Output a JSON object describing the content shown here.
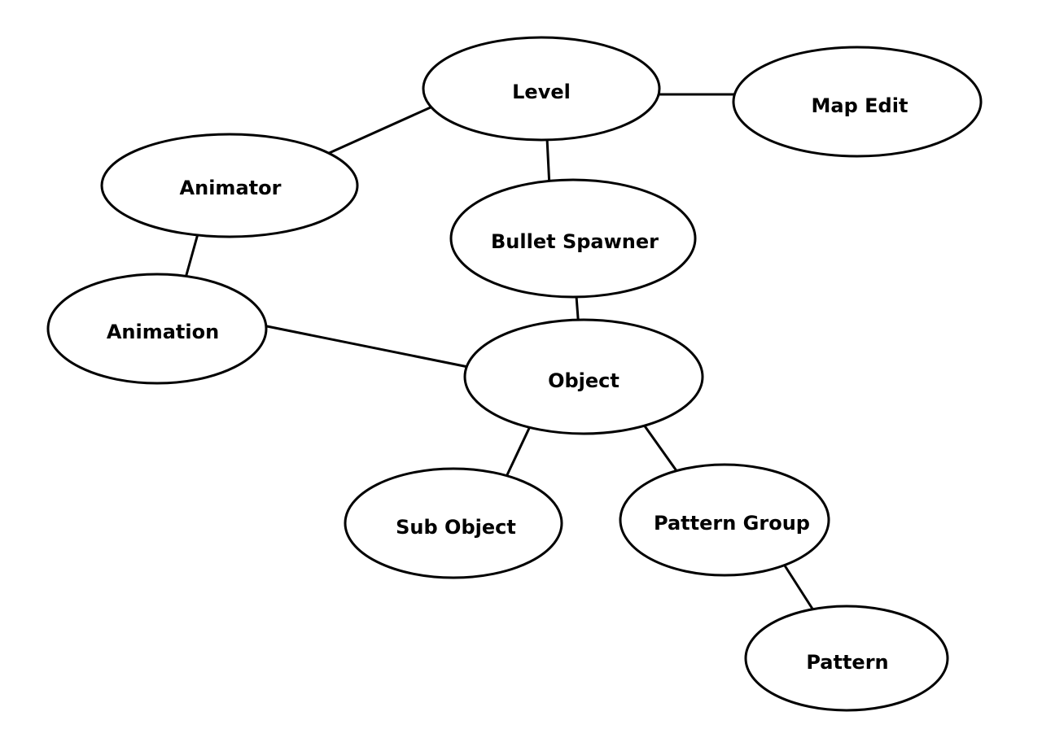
{
  "nodes": {
    "level": "Level",
    "map_edit": "Map Edit",
    "animator": "Animator",
    "bullet_spawner": "Bullet Spawner",
    "animation": "Animation",
    "object": "Object",
    "sub_object": "Sub Object",
    "pattern_group": "Pattern Group",
    "pattern": "Pattern"
  },
  "edges": [
    {
      "from": "Level",
      "to": "Map Edit"
    },
    {
      "from": "Level",
      "to": "Animator"
    },
    {
      "from": "Level",
      "to": "Bullet Spawner"
    },
    {
      "from": "Animator",
      "to": "Animation"
    },
    {
      "from": "Bullet Spawner",
      "to": "Object"
    },
    {
      "from": "Animation",
      "to": "Object"
    },
    {
      "from": "Object",
      "to": "Sub Object"
    },
    {
      "from": "Object",
      "to": "Pattern Group"
    },
    {
      "from": "Pattern Group",
      "to": "Pattern"
    }
  ]
}
